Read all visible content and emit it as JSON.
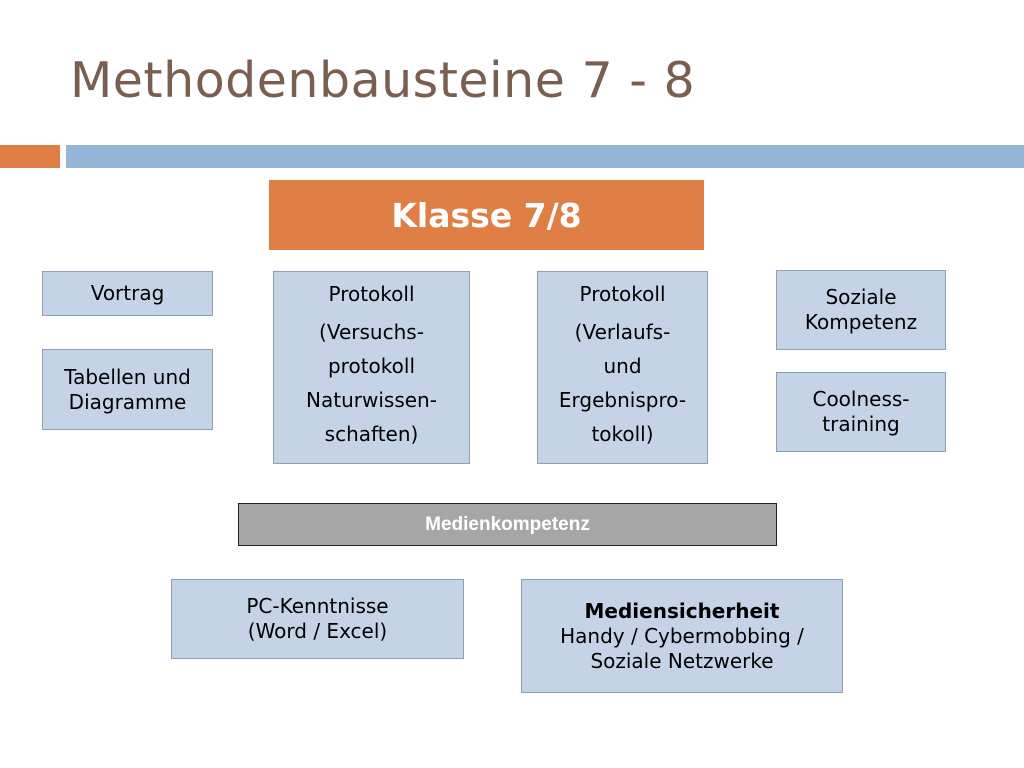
{
  "slide": {
    "title": "Methodenbausteine 7 - 8",
    "header": "Klasse 7/8",
    "boxes": {
      "vortrag": "Vortrag",
      "tabellen_line1": "Tabellen und",
      "tabellen_line2": "Diagramme",
      "protokoll1_title": "Protokoll",
      "protokoll1_lines": [
        "(Versuchs-",
        "protokoll",
        "Naturwissen-",
        "schaften)"
      ],
      "protokoll2_title": "Protokoll",
      "protokoll2_lines": [
        "(Verlaufs-",
        "und",
        "Ergebnispro-",
        "tokoll)"
      ],
      "soziale_line1": "Soziale",
      "soziale_line2": "Kompetenz",
      "coolness_line1": "Coolness-",
      "coolness_line2": "training"
    },
    "medienkompetenz": "Medienkompetenz",
    "pc_line1": "PC-Kenntnisse",
    "pc_line2": "(Word / Excel)",
    "mediensicherheit_title": "Mediensicherheit",
    "mediensicherheit_line1": "Handy / Cybermobbing /",
    "mediensicherheit_line2": "Soziale Netzwerke"
  },
  "colors": {
    "title": "#7a5f50",
    "accent_orange": "#e07f45",
    "accent_blue": "#95b6d6",
    "box_fill": "#c4d4e6",
    "medien_fill": "#a6a6a6"
  }
}
